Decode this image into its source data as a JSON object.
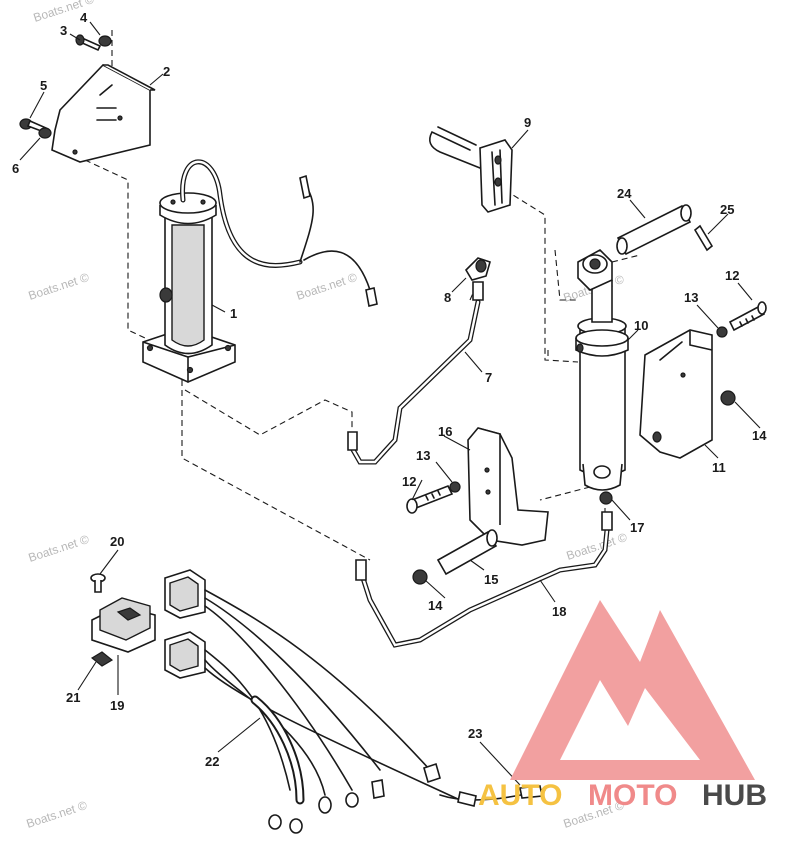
{
  "diagram": {
    "callouts": [
      {
        "id": "c1",
        "label": "1"
      },
      {
        "id": "c2",
        "label": "2"
      },
      {
        "id": "c3",
        "label": "3"
      },
      {
        "id": "c4",
        "label": "4"
      },
      {
        "id": "c5",
        "label": "5"
      },
      {
        "id": "c6",
        "label": "6"
      },
      {
        "id": "c7",
        "label": "7"
      },
      {
        "id": "c8",
        "label": "8"
      },
      {
        "id": "c9",
        "label": "9"
      },
      {
        "id": "c10",
        "label": "10"
      },
      {
        "id": "c11",
        "label": "11"
      },
      {
        "id": "c12a",
        "label": "12"
      },
      {
        "id": "c12b",
        "label": "12"
      },
      {
        "id": "c13a",
        "label": "13"
      },
      {
        "id": "c13b",
        "label": "13"
      },
      {
        "id": "c14a",
        "label": "14"
      },
      {
        "id": "c14b",
        "label": "14"
      },
      {
        "id": "c15",
        "label": "15"
      },
      {
        "id": "c16",
        "label": "16"
      },
      {
        "id": "c17",
        "label": "17"
      },
      {
        "id": "c18",
        "label": "18"
      },
      {
        "id": "c19",
        "label": "19"
      },
      {
        "id": "c20",
        "label": "20"
      },
      {
        "id": "c21",
        "label": "21"
      },
      {
        "id": "c22",
        "label": "22"
      },
      {
        "id": "c23",
        "label": "23"
      },
      {
        "id": "c24",
        "label": "24"
      },
      {
        "id": "c25",
        "label": "25"
      }
    ],
    "watermarks": [
      "Boats.net ©",
      "Boats.net ©",
      "Boats.net ©",
      "Boats.net ©",
      "Boats.net ©",
      "Boats.net ©",
      "Boats.net ©",
      "Boats.net ©"
    ]
  },
  "logo": {
    "part1": "AUTO",
    "part2": "MOTO",
    "part3": "HUB",
    "colors": {
      "triangle": "#f2a0a0",
      "auto": "#f5c242",
      "moto": "#f08a8a",
      "hub": "#4a4a4a"
    }
  },
  "colors": {
    "line": "#1a1a1a",
    "watermark": "#b8b8b8",
    "background": "#ffffff"
  }
}
